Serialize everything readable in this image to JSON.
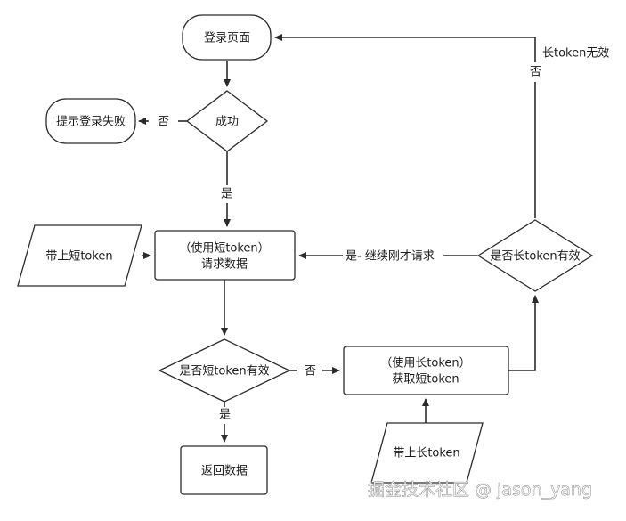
{
  "nodes": {
    "login_page": "登录页面",
    "success": "成功",
    "login_fail": "提示登录失败",
    "with_short_token": "带上短token",
    "request_line1": "（使用短token）",
    "request_line2": "请求数据",
    "short_valid": "是否短token有效",
    "return_data": "返回数据",
    "get_line1": "（使用长token）",
    "get_line2": "获取短token",
    "with_long_token": "带上长token",
    "long_valid": "是否长token有效"
  },
  "edges": {
    "fail_no": "否",
    "success_yes": "是",
    "short_no": "否",
    "short_yes": "是",
    "retry": "是- 继续刚才请求",
    "long_no": "否",
    "long_invalid": "长token无效"
  },
  "watermark": "掘金技术社区 @ jason_yang"
}
